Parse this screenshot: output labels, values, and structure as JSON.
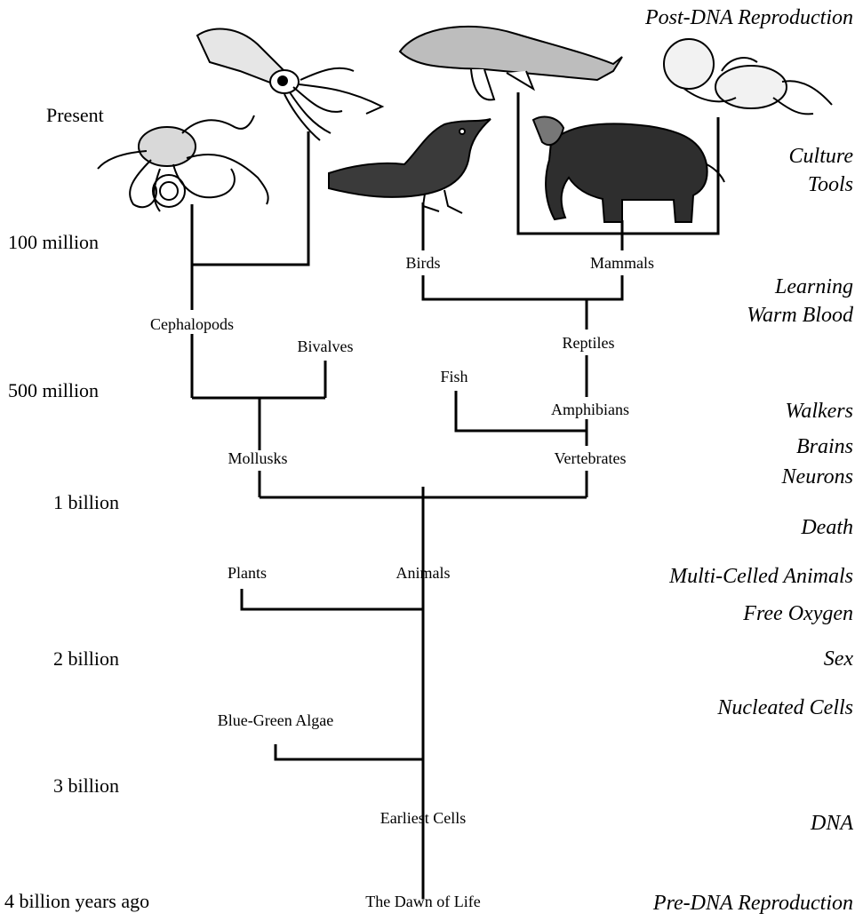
{
  "time_axis": {
    "present": "Present",
    "t100m": "100 million",
    "t500m": "500 million",
    "t1b": "1 billion",
    "t2b": "2 billion",
    "t3b": "3 billion",
    "t4b": "4 billion years ago"
  },
  "nodes": {
    "birds": "Birds",
    "mammals": "Mammals",
    "cephalopods": "Cephalopods",
    "bivalves": "Bivalves",
    "reptiles": "Reptiles",
    "fish": "Fish",
    "amphibians": "Amphibians",
    "mollusks": "Mollusks",
    "vertebrates": "Vertebrates",
    "plants": "Plants",
    "animals": "Animals",
    "blue_green_algae": "Blue-Green Algae",
    "earliest_cells": "Earliest Cells",
    "dawn_of_life": "The Dawn of Life"
  },
  "events": {
    "post_dna": "Post-DNA Reproduction",
    "culture": "Culture",
    "tools": "Tools",
    "learning": "Learning",
    "warm_blood": "Warm Blood",
    "walkers": "Walkers",
    "brains": "Brains",
    "neurons": "Neurons",
    "death": "Death",
    "multi_celled": "Multi-Celled Animals",
    "free_oxygen": "Free Oxygen",
    "sex": "Sex",
    "nucleated": "Nucleated Cells",
    "dna": "DNA",
    "pre_dna": "Pre-DNA Reproduction"
  },
  "colors": {
    "ink": "#000000",
    "paper": "#ffffff"
  },
  "illustrations": [
    "octopus",
    "squid",
    "whale",
    "baby",
    "bird",
    "elephant"
  ]
}
